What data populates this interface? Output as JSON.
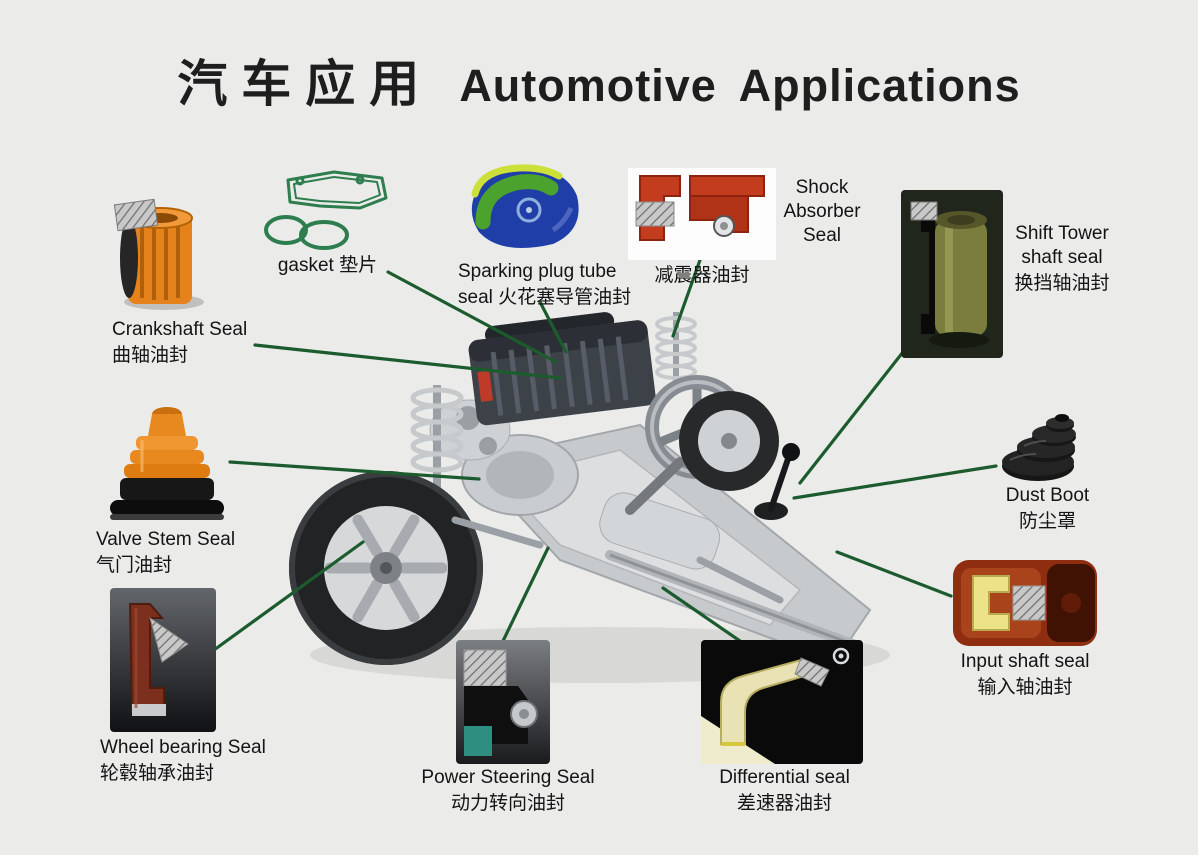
{
  "title": {
    "zh": "汽车应用",
    "en": "Automotive Applications"
  },
  "products": {
    "gasket": {
      "label": "gasket  垫片"
    },
    "sparking_plug_tube_seal": {
      "line1": "Sparking plug tube",
      "line2": "seal  火花塞导管油封"
    },
    "shock_absorber_seal": {
      "en1": "Shock",
      "en2": "Absorber",
      "en3": "Seal",
      "zh": "减震器油封"
    },
    "shift_tower_shaft_seal": {
      "en1": "Shift Tower",
      "en2": "shaft seal",
      "zh": "换挡轴油封"
    },
    "crankshaft_seal": {
      "en": "Crankshaft Seal",
      "zh": "曲轴油封"
    },
    "valve_stem_seal": {
      "en": "Valve Stem Seal",
      "zh": "气门油封"
    },
    "dust_boot": {
      "en": "Dust Boot",
      "zh": "防尘罩"
    },
    "input_shaft_seal": {
      "en": "Input shaft seal",
      "zh": "输入轴油封"
    },
    "wheel_bearing_seal": {
      "en": "Wheel bearing Seal",
      "zh": "轮毂轴承油封"
    },
    "power_steering_seal": {
      "en": "Power Steering Seal",
      "zh": "动力转向油封"
    },
    "differential_seal": {
      "en": "Differential seal",
      "zh": "差速器油封"
    }
  },
  "colors": {
    "background": "#ebebe9",
    "connector_line": "#1c5b2d",
    "title_text": "#1e1e1e"
  }
}
